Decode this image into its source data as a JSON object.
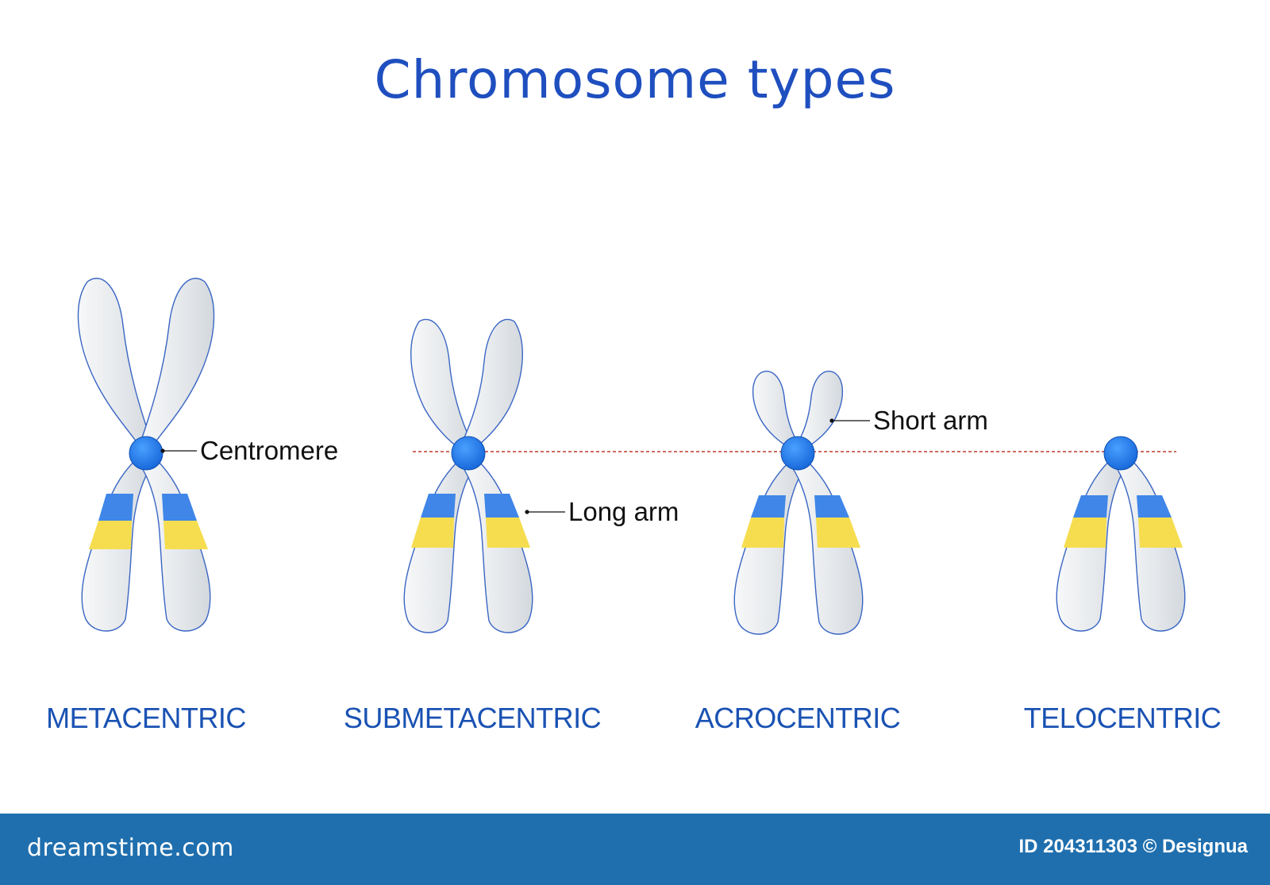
{
  "title": "Chromosome types",
  "chromosome_types": [
    {
      "label": "METACENTRIC"
    },
    {
      "label": "SUBMETACENTRIC"
    },
    {
      "label": "ACROCENTRIC"
    },
    {
      "label": "TELOCENTRIC"
    }
  ],
  "callouts": {
    "centromere": "Centromere",
    "long_arm": "Long arm",
    "short_arm": "Short arm"
  },
  "colors": {
    "arm_fill": "#e9ecef",
    "arm_outline": "#3a66c4",
    "centromere": "#1e7be6",
    "band_blue": "#3f86e8",
    "band_yellow": "#f5dd4f",
    "text_blue": "#1a52b3",
    "reference_line": "#c0392b"
  },
  "footer": {
    "brand": "dreamstime.com",
    "credit": "ID 204311303 © Designua"
  }
}
